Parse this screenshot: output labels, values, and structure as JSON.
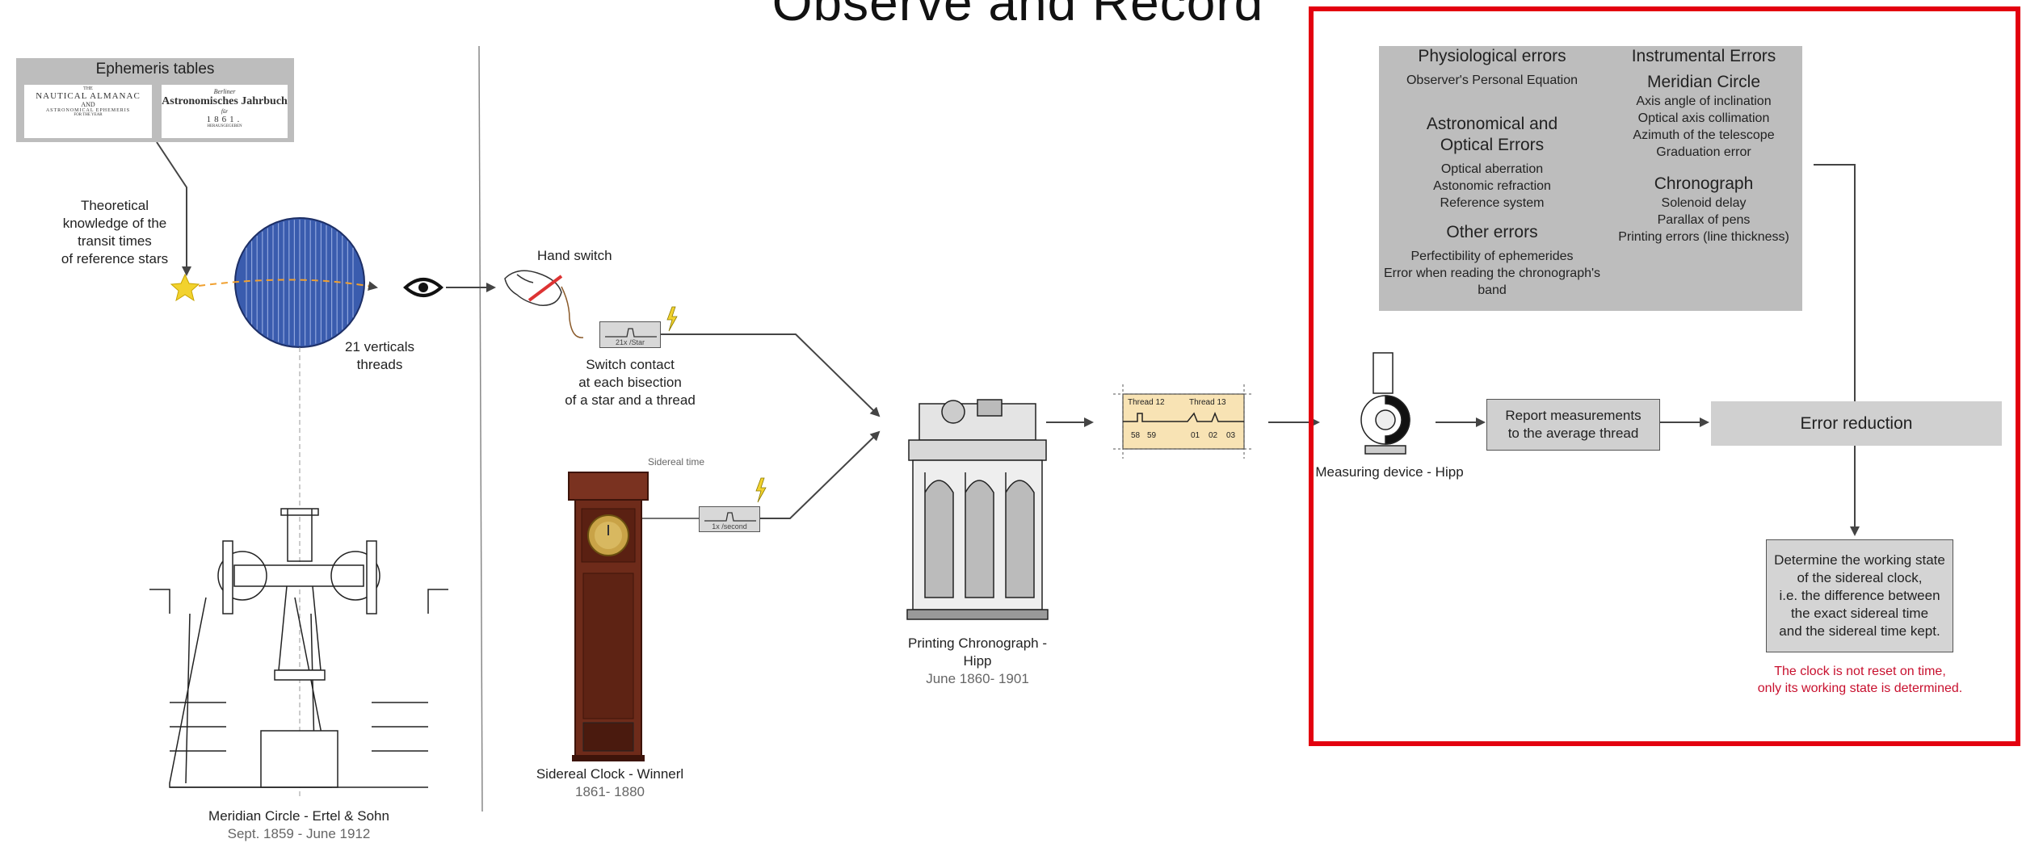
{
  "title": "Observe and Record",
  "ephemeris": {
    "header": "Ephemeris tables",
    "card1": {
      "l1": "THE",
      "l2": "NAUTICAL ALMANAC",
      "l3": "AND",
      "l4": "ASTRONOMICAL EPHEMERIS",
      "l5": "FOR THE YEAR"
    },
    "card2": {
      "l1": "Berliner",
      "l2": "Astronomisches Jahrbuch",
      "l3": "für",
      "l4": "1861.",
      "l5": "HERAUSGEGEBEN"
    }
  },
  "theory": {
    "lines": [
      "Theoretical",
      "knowledge of the",
      "transit times",
      "of reference stars"
    ]
  },
  "threads": {
    "lines": [
      "21 verticals",
      "threads"
    ]
  },
  "meridian": {
    "name": "Meridian Circle - Ertel & Sohn",
    "dates": "Sept. 1859 - June 1912"
  },
  "hand_switch": {
    "label": "Hand switch",
    "pulse": "21x /Star",
    "caption": [
      "Switch contact",
      "at each bisection",
      "of a star and a thread"
    ]
  },
  "clock": {
    "sidereal_time": "Sidereal time",
    "pulse": "1x /second",
    "name": "Sidereal Clock - Winnerl",
    "dates": "1861- 1880"
  },
  "chronograph": {
    "name": [
      "Printing Chronograph -",
      "Hipp"
    ],
    "dates": "June 1860- 1901"
  },
  "tape": {
    "thread12": "Thread 12",
    "thread13": "Thread 13",
    "ticks": [
      "58",
      "59",
      "01",
      "02",
      "03"
    ]
  },
  "measuring": {
    "name": "Measuring device - Hipp"
  },
  "report": {
    "lines": [
      "Report measurements",
      "to the average thread"
    ]
  },
  "error_reduction": "Error reduction",
  "determine": {
    "lines": [
      "Determine the working state",
      "of the sidereal clock,",
      "i.e. the difference between",
      "the exact sidereal time",
      "and the sidereal time kept."
    ]
  },
  "note": {
    "lines": [
      "The clock is not reset on time,",
      "only its working state is determined."
    ]
  },
  "errors": {
    "physio": {
      "title": "Physiological errors",
      "items": [
        "Observer's Personal Equation"
      ]
    },
    "astro": {
      "title": [
        "Astronomical and",
        "Optical Errors"
      ],
      "items": [
        "Optical aberration",
        "Astonomic refraction",
        "Reference system"
      ]
    },
    "other": {
      "title": "Other errors",
      "items": [
        "Perfectibility of ephemerides",
        "Error when reading the chronograph's band"
      ]
    },
    "instrumental": {
      "title": "Instrumental Errors"
    },
    "meridian": {
      "title": "Meridian Circle",
      "items": [
        "Axis angle of inclination",
        "Optical axis collimation",
        "Azimuth of the telescope",
        "Graduation error"
      ]
    },
    "chronograph": {
      "title": "Chronograph",
      "items": [
        "Solenoid delay",
        "Parallax of pens",
        "Printing errors (line thickness)"
      ]
    }
  },
  "colors": {
    "frame": "#e3000f",
    "note": "#c8102e",
    "globe": "#3a5cae",
    "star": "#f2d22e",
    "path": "#f0a030",
    "panel": "#bdbdbd",
    "tape": "#f8e3b4"
  }
}
